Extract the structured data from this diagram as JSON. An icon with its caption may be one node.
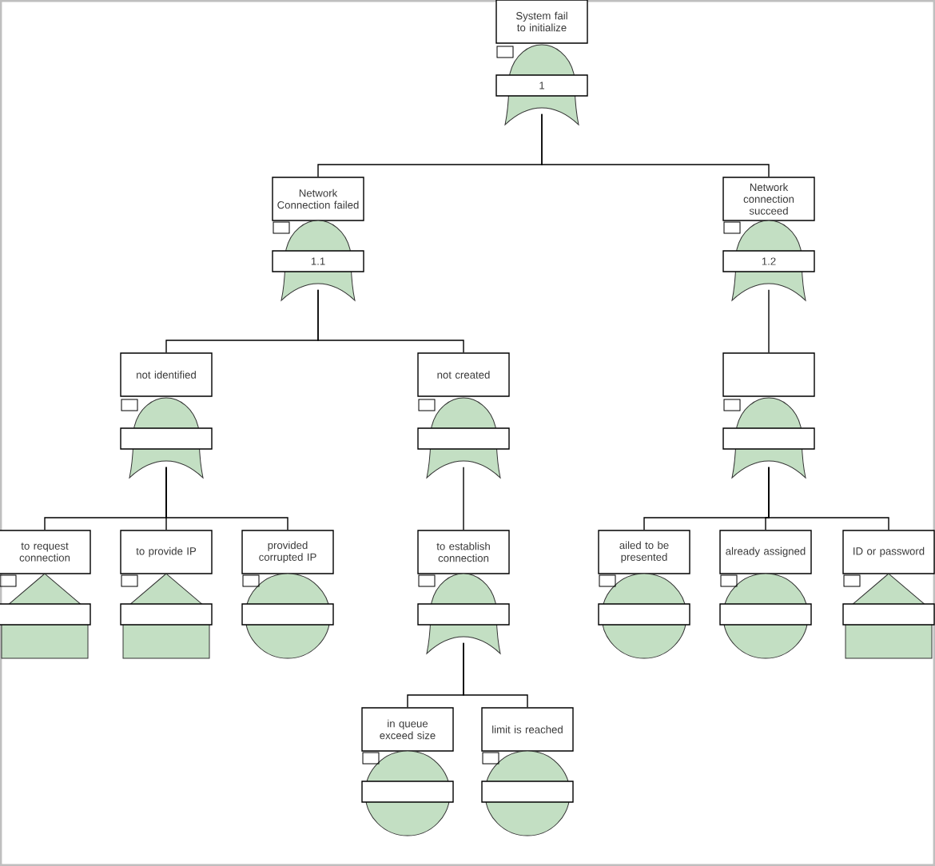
{
  "diagram": {
    "nodes": [
      {
        "text": [
          "System fail to initialize"
        ]
      },
      {
        "text": [
          "1"
        ]
      },
      {
        "text": [
          "Network Connection failed"
        ]
      },
      {
        "text": [
          "1.1"
        ]
      },
      {
        "text": [
          "Network connection succeed"
        ]
      },
      {
        "text": [
          "1.2"
        ]
      },
      {
        "text": [
          "not identified"
        ]
      },
      {
        "text": [],
        "shape": "gate"
      },
      {
        "text": [
          "not created"
        ]
      },
      {
        "text": [],
        "shape": "gate"
      },
      {
        "text": [],
        "shape": "box"
      },
      {
        "text": [],
        "shape": "gate"
      },
      {
        "text": [
          "to request connection"
        ]
      },
      {
        "text": [],
        "shape": "house"
      },
      {
        "text": [
          "to provide IP"
        ]
      },
      {
        "text": [],
        "shape": "house"
      },
      {
        "text": [
          "provided corrupted IP"
        ]
      },
      {
        "text": [],
        "shape": "circle"
      },
      {
        "text": [
          "to establish connection"
        ]
      },
      {
        "text": [],
        "shape": "gate"
      },
      {
        "text": [
          "ailed to be presented"
        ]
      },
      {
        "text": [],
        "shape": "circle"
      },
      {
        "text": [
          "already assigned"
        ]
      },
      {
        "text": [],
        "shape": "circle"
      },
      {
        "text": [
          "ID or password"
        ]
      },
      {
        "text": [],
        "shape": "house"
      },
      {
        "text": [
          "in queue exceed size"
        ]
      },
      {
        "text": [],
        "shape": "circle"
      },
      {
        "text": [
          "limit is reached"
        ]
      },
      {
        "text": [],
        "shape": "circle"
      }
    ],
    "edges": [
      {
        "from": 1,
        "to": 2,
        "arrow": "none"
      },
      {
        "from": 1,
        "to": 4,
        "arrow": "none"
      },
      {
        "from": 3,
        "to": 6,
        "arrow": "none"
      },
      {
        "from": 3,
        "to": 8,
        "arrow": "none"
      },
      {
        "from": 5,
        "to": 10,
        "arrow": "none"
      },
      {
        "from": 7,
        "to": 12,
        "arrow": "none"
      },
      {
        "from": 7,
        "to": 14,
        "arrow": "none"
      },
      {
        "from": 7,
        "to": 16,
        "arrow": "none"
      },
      {
        "from": 9,
        "to": 18,
        "arrow": "none"
      },
      {
        "from": 11,
        "to": 20,
        "arrow": "none"
      },
      {
        "from": 11,
        "to": 22,
        "arrow": "none"
      },
      {
        "from": 11,
        "to": 24,
        "arrow": "none"
      },
      {
        "from": 19,
        "to": 26,
        "arrow": "none"
      },
      {
        "from": 19,
        "to": 28,
        "arrow": "none"
      }
    ]
  }
}
